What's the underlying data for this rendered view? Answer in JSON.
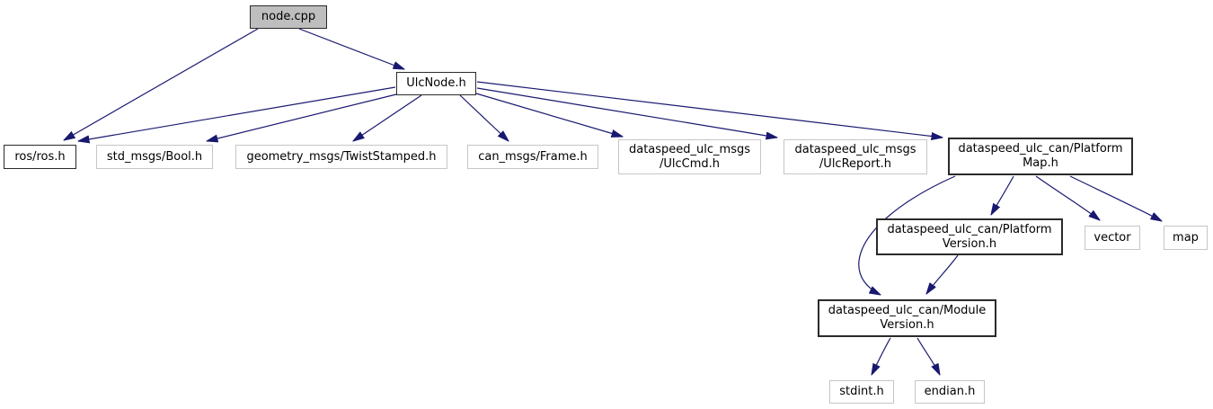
{
  "diagram": {
    "type": "doxygen-include-dependency-graph",
    "root_file": "node.cpp",
    "colors": {
      "edge": "#191970",
      "node_fill": "#ffffff",
      "root_node_fill": "#bebebe",
      "linked_node_border": "#2a2a2a",
      "external_node_border": "#c6c6c6",
      "text": "#000000",
      "background": "#ffffff"
    },
    "nodes": {
      "node_cpp": {
        "label": "node.cpp"
      },
      "ulc_node_h": {
        "label": "UlcNode.h"
      },
      "ros_ros_h": {
        "label": "ros/ros.h"
      },
      "std_msgs_bool_h": {
        "label": "std_msgs/Bool.h"
      },
      "geometry_msgs_twist_stamped_h": {
        "label": "geometry_msgs/TwistStamped.h"
      },
      "can_msgs_frame_h": {
        "label": "can_msgs/Frame.h"
      },
      "ulc_cmd_h": {
        "label": "dataspeed_ulc_msgs\n/UlcCmd.h"
      },
      "ulc_report_h": {
        "label": "dataspeed_ulc_msgs\n/UlcReport.h"
      },
      "platform_map_h": {
        "label": "dataspeed_ulc_can/Platform\nMap.h"
      },
      "platform_version_h": {
        "label": "dataspeed_ulc_can/Platform\nVersion.h"
      },
      "vector": {
        "label": "vector"
      },
      "map": {
        "label": "map"
      },
      "module_version_h": {
        "label": "dataspeed_ulc_can/Module\nVersion.h"
      },
      "stdint_h": {
        "label": "stdint.h"
      },
      "endian_h": {
        "label": "endian.h"
      }
    },
    "edges": [
      {
        "from": "node.cpp",
        "to": "UlcNode.h"
      },
      {
        "from": "node.cpp",
        "to": "ros/ros.h"
      },
      {
        "from": "UlcNode.h",
        "to": "ros/ros.h"
      },
      {
        "from": "UlcNode.h",
        "to": "std_msgs/Bool.h"
      },
      {
        "from": "UlcNode.h",
        "to": "geometry_msgs/TwistStamped.h"
      },
      {
        "from": "UlcNode.h",
        "to": "can_msgs/Frame.h"
      },
      {
        "from": "UlcNode.h",
        "to": "dataspeed_ulc_msgs/UlcCmd.h"
      },
      {
        "from": "UlcNode.h",
        "to": "dataspeed_ulc_msgs/UlcReport.h"
      },
      {
        "from": "UlcNode.h",
        "to": "dataspeed_ulc_can/PlatformMap.h"
      },
      {
        "from": "dataspeed_ulc_can/PlatformMap.h",
        "to": "dataspeed_ulc_can/PlatformVersion.h"
      },
      {
        "from": "dataspeed_ulc_can/PlatformMap.h",
        "to": "vector"
      },
      {
        "from": "dataspeed_ulc_can/PlatformMap.h",
        "to": "map"
      },
      {
        "from": "dataspeed_ulc_can/PlatformMap.h",
        "to": "dataspeed_ulc_can/ModuleVersion.h"
      },
      {
        "from": "dataspeed_ulc_can/PlatformVersion.h",
        "to": "dataspeed_ulc_can/ModuleVersion.h"
      },
      {
        "from": "dataspeed_ulc_can/ModuleVersion.h",
        "to": "stdint.h"
      },
      {
        "from": "dataspeed_ulc_can/ModuleVersion.h",
        "to": "endian.h"
      }
    ]
  }
}
